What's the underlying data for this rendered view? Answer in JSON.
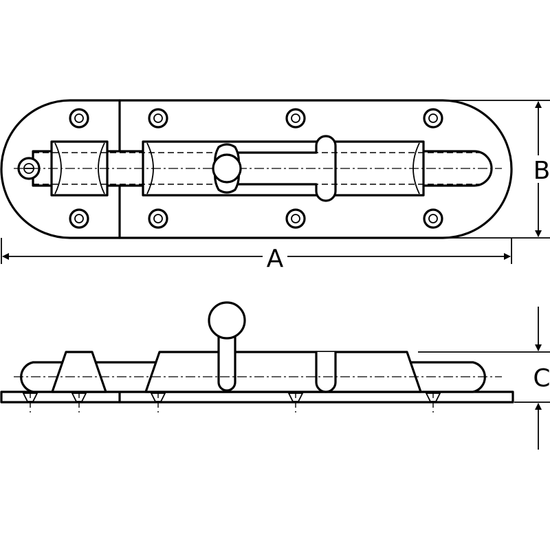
{
  "dimensions": {
    "length": "A",
    "width": "B",
    "height": "C"
  },
  "colors": {
    "line": "#000000",
    "background": "#ffffff"
  }
}
